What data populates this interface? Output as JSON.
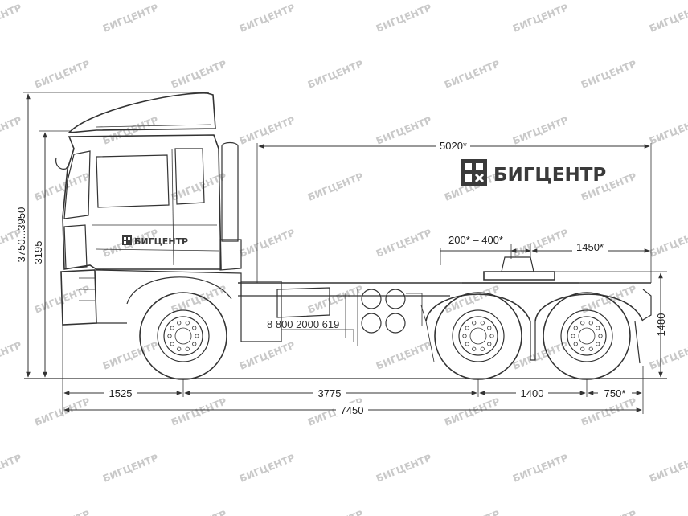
{
  "brand": {
    "name": "БИГЦЕНТР",
    "phone": "8 800 2000 619"
  },
  "watermark": {
    "text": "БИГЦЕНТР"
  },
  "dimensions": {
    "height_total": "3750...3950",
    "height_cab": "3195",
    "wheelbase_rear": "5020*",
    "saddle_adjust": "200* – 400*",
    "saddle_to_rear": "1450*",
    "fifth_wheel_height": "1480",
    "front_overhang": "1525",
    "wheelbase": "3775",
    "axle_spacing": "1400",
    "rear_overhang": "750*",
    "overall_length": "7450"
  },
  "colors": {
    "line": "#333333",
    "watermark": "#c9c9c9",
    "background": "#ffffff"
  }
}
